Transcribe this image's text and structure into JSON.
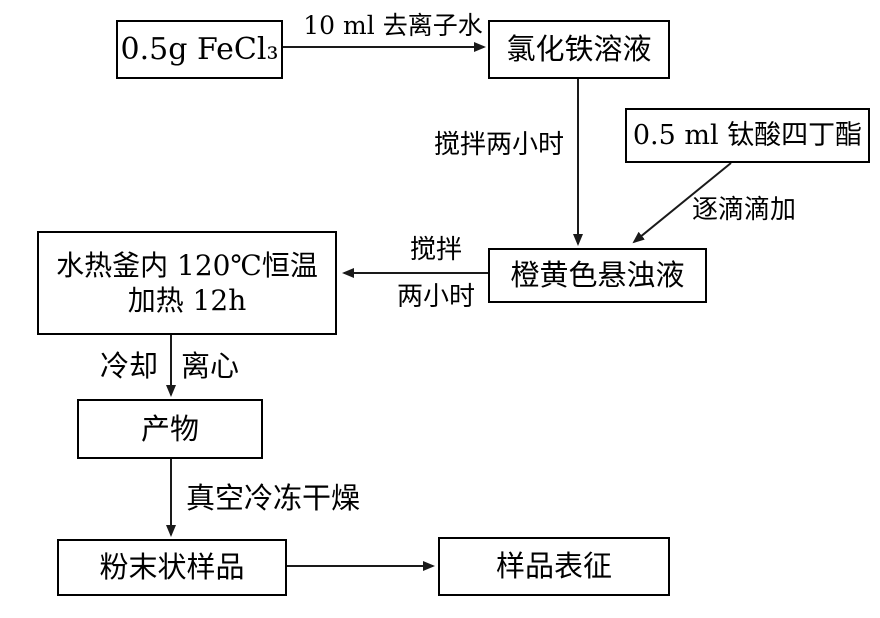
{
  "diagram": {
    "type": "flowchart",
    "description": "Preparation-process flow diagram (hydrothermal synthesis from FeCl3 and tetrabutyl titanate)",
    "nodes": {
      "fecl3": {
        "label": "0.5g FeCl₃"
      },
      "iron_chloride_solution": {
        "label": "氯化铁溶液"
      },
      "titanate": {
        "label": "0.5 ml 钛酸四丁酯"
      },
      "suspension": {
        "label": "橙黄色悬浊液"
      },
      "kettle": {
        "line1": "水热釜内 120℃恒温",
        "line2": "加热 12h"
      },
      "product": {
        "label": "产物"
      },
      "powder": {
        "label": "粉末状样品"
      },
      "characterization": {
        "label": "样品表征"
      }
    },
    "edge_labels": {
      "deionized_water": "10 ml 去离子水",
      "stir_two_hours": "搅拌两小时",
      "dropwise": "逐滴滴加",
      "stir": "搅拌",
      "two_hours": "两小时",
      "cool": "冷却",
      "centrifuge": "离心",
      "freeze_dry": "真空冷冻干燥"
    },
    "colors": {
      "line": "#1a1a1a",
      "border": "#000000",
      "background": "#ffffff",
      "text": "#000000"
    }
  }
}
